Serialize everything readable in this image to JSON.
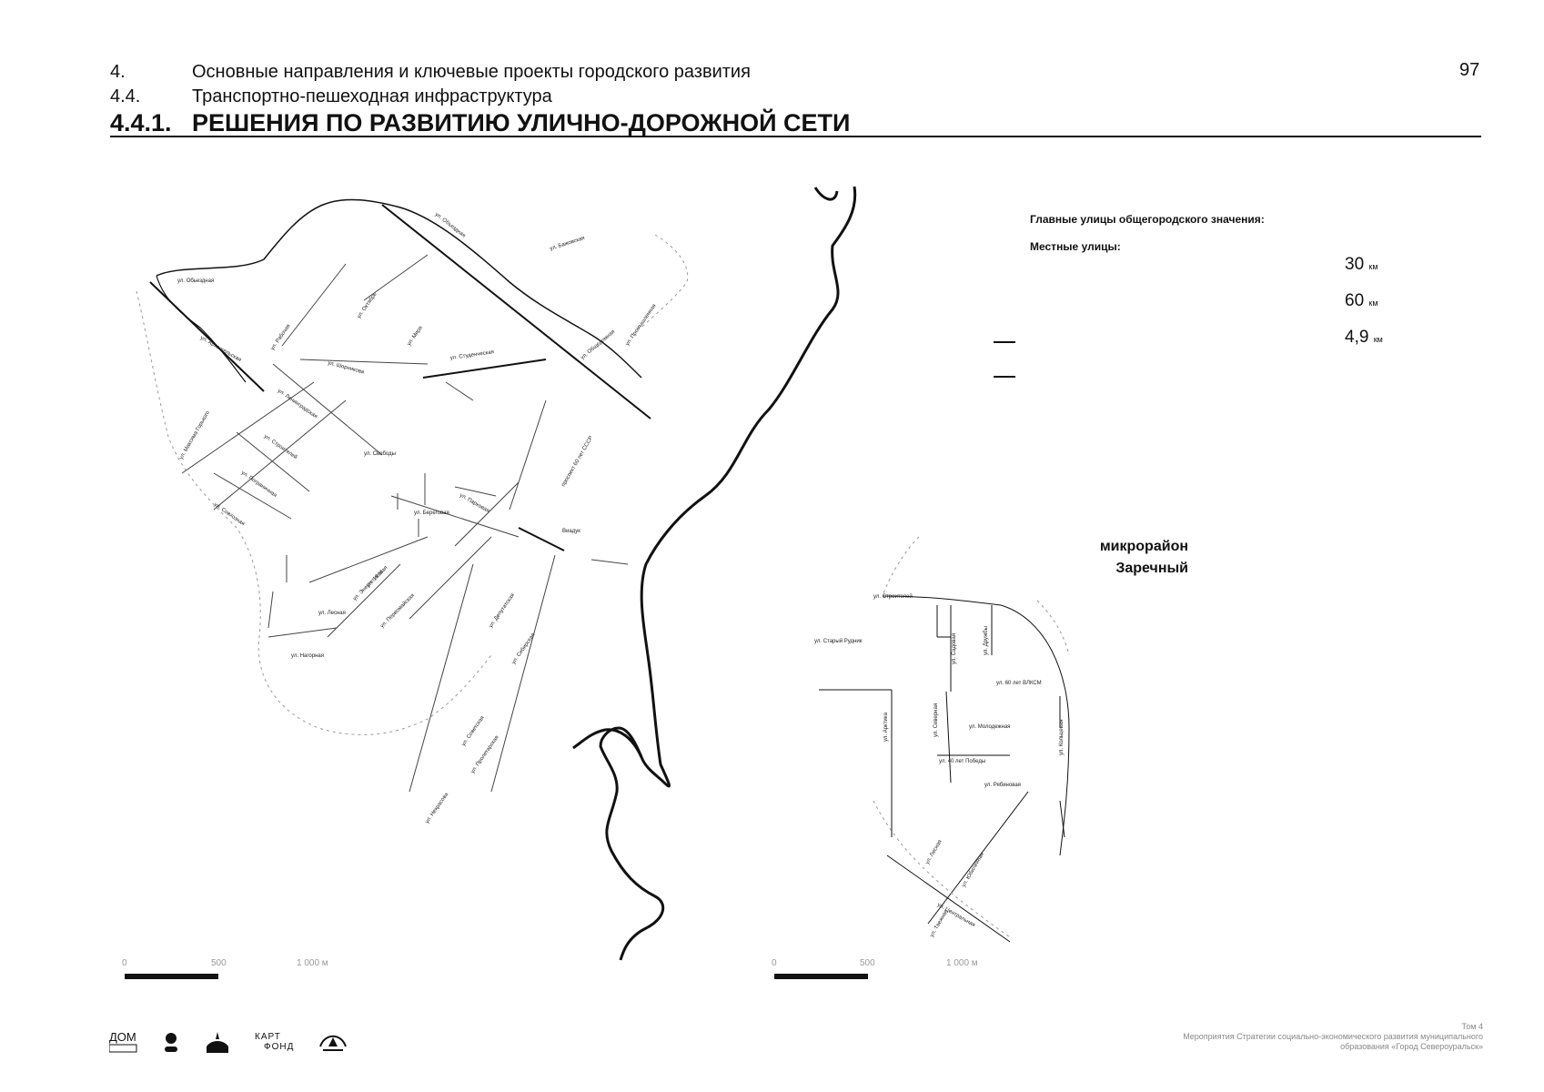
{
  "header": {
    "line1": {
      "num": "4.",
      "text": "Основные направления и ключевые проекты городского развития"
    },
    "line2": {
      "num": "4.4.",
      "text": "Транспортно-пешеходная инфраструктура"
    },
    "line3": {
      "num": "4.4.1.",
      "text": "РЕШЕНИЯ ПО РАЗВИТИЮ УЛИЧНО-ДОРОЖНОЙ СЕТИ"
    },
    "page_number": "97"
  },
  "legend": {
    "main_streets": "Главные улицы общегородского значения:",
    "local_streets": "Местные улицы:",
    "values": [
      {
        "value": "30",
        "unit": "км"
      },
      {
        "value": "60",
        "unit": "км"
      },
      {
        "value": "4,9",
        "unit": "км"
      }
    ]
  },
  "district": {
    "line1": "микрорайон",
    "line2": "Заречный"
  },
  "streets": [
    "ул. Обьездная",
    "ул. Объездная",
    "ул. Бажовская",
    "ул. Октябрь",
    "ул. Рабочая",
    "ул. Мира",
    "ул. Студенческая",
    "ул. Промышленная",
    "ул. Шорникова",
    "ул. Общедомная",
    "ул. Архангельская",
    "ул. Максима Горького",
    "ул. Ленинградская",
    "ул. Пограничная",
    "ул. Совхозная",
    "ул. Строителей",
    "проспект 60 лет СССР",
    "ул. Парковая",
    "Виадук",
    "ул. Свободы",
    "ул. Энергетиков",
    "ул. 19 Мая",
    "ул. Первомайская",
    "ул. Нагорная",
    "ул. Лесная",
    "ул. Депутатская",
    "ул. Советская",
    "ул. Пролетарская",
    "ул. Некрасова",
    "ул. Береговая",
    "ул. Сибирская",
    "ул. Строителей",
    "ул. Старый Рудник",
    "ул. Садовая",
    "ул. Дружбы",
    "ул. 60 лет ВЛКСМ",
    "ул. Арктика",
    "ул. Северная",
    "ул. Молодежная",
    "ул. 40 лет Победы",
    "ул. Рябиновая",
    "ул. Кольцевая",
    "ул. Лесная",
    "ул. Юбилейная",
    "ул. Центральная",
    "ул. Таежная"
  ],
  "scale_bars": [
    {
      "ticks": [
        "0",
        "500",
        "1 000 м"
      ]
    },
    {
      "ticks": [
        "0",
        "500",
        "1 000 м"
      ]
    }
  ],
  "footer": {
    "line1": "Том 4",
    "line2": "Мероприятия Стратегии социально-экономического развития муниципального",
    "line3": "образования «Город Североуральск»",
    "logos": [
      "dom-logo",
      "figure-logo",
      "emblem-logo",
      "КАРТ ФОНД",
      "bird-logo"
    ],
    "karta_line1": "КАРТ",
    "karta_line2": "ФОНД"
  }
}
